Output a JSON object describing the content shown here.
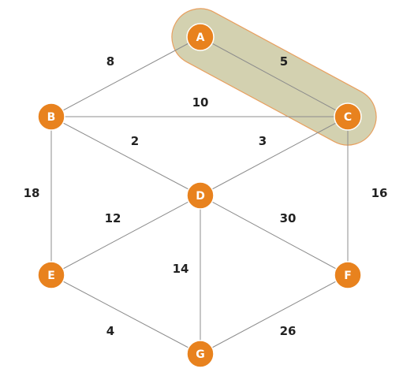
{
  "colors": {
    "node_fill": "#e8821e",
    "node_text": "#ffffff",
    "edge": "#8c8c8c",
    "weight_text": "#222222",
    "highlight_fill": "#d3d1b0",
    "highlight_stroke": "#e8a060"
  },
  "nodes": [
    {
      "id": "A",
      "label": "A"
    },
    {
      "id": "B",
      "label": "B"
    },
    {
      "id": "C",
      "label": "C"
    },
    {
      "id": "D",
      "label": "D"
    },
    {
      "id": "E",
      "label": "E"
    },
    {
      "id": "F",
      "label": "F"
    },
    {
      "id": "G",
      "label": "G"
    }
  ],
  "edges": [
    {
      "from": "A",
      "to": "B",
      "weight": "8"
    },
    {
      "from": "A",
      "to": "C",
      "weight": "5"
    },
    {
      "from": "B",
      "to": "C",
      "weight": "10"
    },
    {
      "from": "B",
      "to": "D",
      "weight": "2"
    },
    {
      "from": "C",
      "to": "D",
      "weight": "3"
    },
    {
      "from": "B",
      "to": "E",
      "weight": "18"
    },
    {
      "from": "C",
      "to": "F",
      "weight": "16"
    },
    {
      "from": "D",
      "to": "E",
      "weight": "12"
    },
    {
      "from": "D",
      "to": "F",
      "weight": "30"
    },
    {
      "from": "D",
      "to": "G",
      "weight": "14"
    },
    {
      "from": "E",
      "to": "G",
      "weight": "4"
    },
    {
      "from": "F",
      "to": "G",
      "weight": "26"
    }
  ],
  "highlighted_edge": {
    "from": "A",
    "to": "C"
  }
}
